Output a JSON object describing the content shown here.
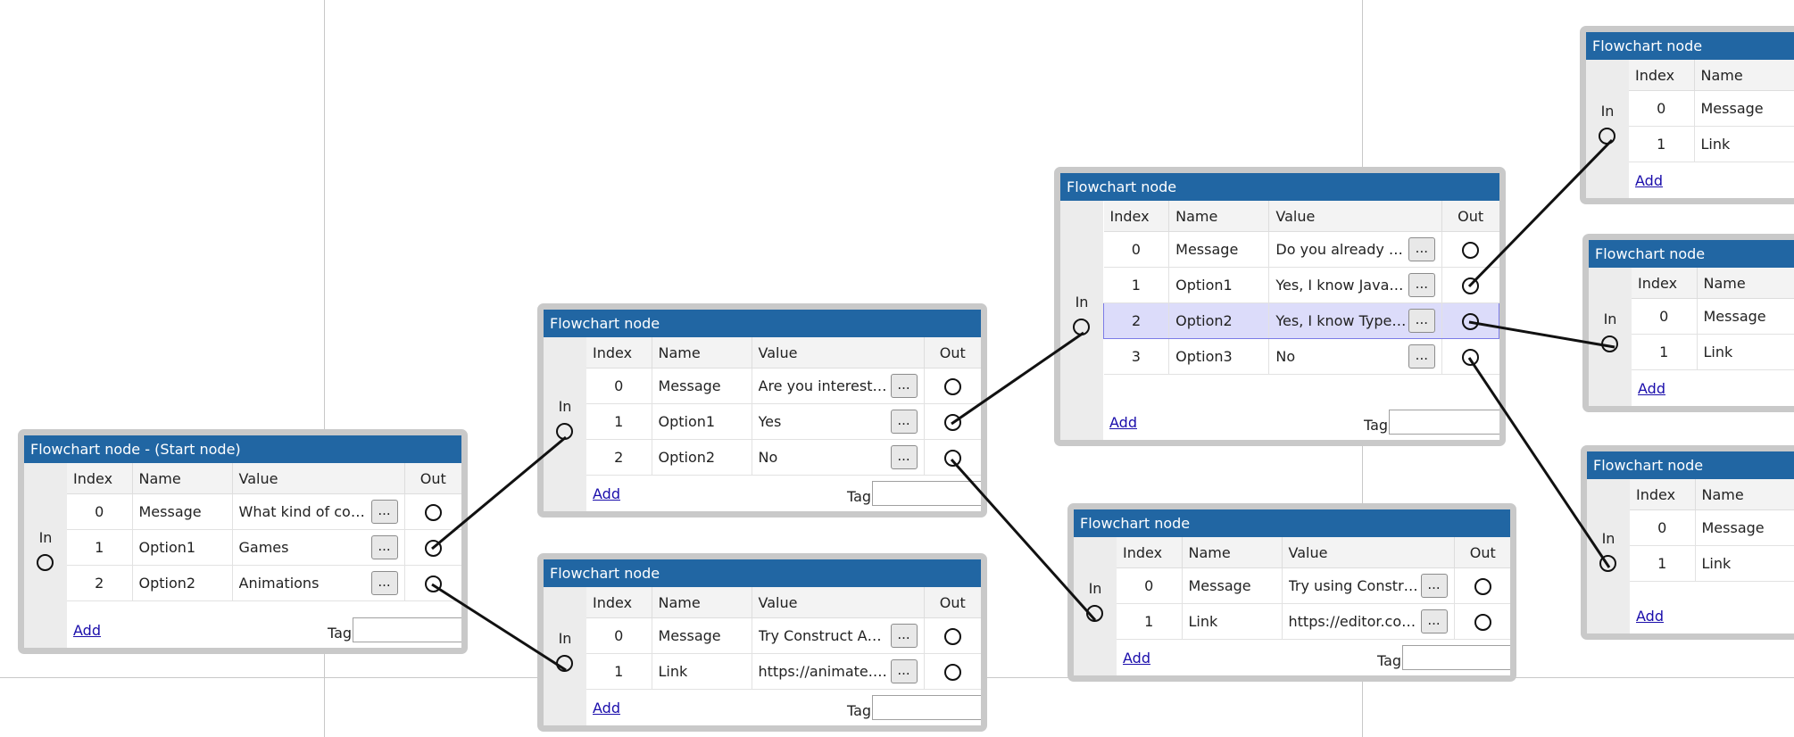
{
  "headers": {
    "index": "Index",
    "name": "Name",
    "value": "Value",
    "out": "Out"
  },
  "labels": {
    "in": "In",
    "add": "Add",
    "tag": "Tag",
    "dots": "..."
  },
  "nodes": [
    {
      "title": "Flowchart node - (Start node)",
      "rows": [
        {
          "index": "0",
          "name": "Message",
          "value": "What kind of conte..."
        },
        {
          "index": "1",
          "name": "Option1",
          "value": "Games"
        },
        {
          "index": "2",
          "name": "Option2",
          "value": "Animations"
        }
      ]
    },
    {
      "title": "Flowchart node",
      "rows": [
        {
          "index": "0",
          "name": "Message",
          "value": "Are you interested ..."
        },
        {
          "index": "1",
          "name": "Option1",
          "value": "Yes"
        },
        {
          "index": "2",
          "name": "Option2",
          "value": "No"
        }
      ]
    },
    {
      "title": "Flowchart node",
      "rows": [
        {
          "index": "0",
          "name": "Message",
          "value": "Try Construct Anim..."
        },
        {
          "index": "1",
          "name": "Link",
          "value": "https://animate.co..."
        }
      ]
    },
    {
      "title": "Flowchart node",
      "rows": [
        {
          "index": "0",
          "name": "Message",
          "value": "Do you already kn..."
        },
        {
          "index": "1",
          "name": "Option1",
          "value": "Yes, I know JavaScr..."
        },
        {
          "index": "2",
          "name": "Option2",
          "value": "Yes, I know TypeSc...",
          "selected": true
        },
        {
          "index": "3",
          "name": "Option3",
          "value": "No"
        }
      ]
    },
    {
      "title": "Flowchart node",
      "rows": [
        {
          "index": "0",
          "name": "Message",
          "value": "Try using Construct..."
        },
        {
          "index": "1",
          "name": "Link",
          "value": "https://editor.cons..."
        }
      ]
    },
    {
      "title": "Flowchart node",
      "rows": [
        {
          "index": "0",
          "name": "Message",
          "value": ""
        },
        {
          "index": "1",
          "name": "Link",
          "value": ""
        }
      ]
    },
    {
      "title": "Flowchart node",
      "rows": [
        {
          "index": "0",
          "name": "Message",
          "value": ""
        },
        {
          "index": "1",
          "name": "Link",
          "value": ""
        }
      ]
    },
    {
      "title": "Flowchart node",
      "rows": [
        {
          "index": "0",
          "name": "Message",
          "value": ""
        },
        {
          "index": "1",
          "name": "Link",
          "value": ""
        }
      ]
    }
  ]
}
